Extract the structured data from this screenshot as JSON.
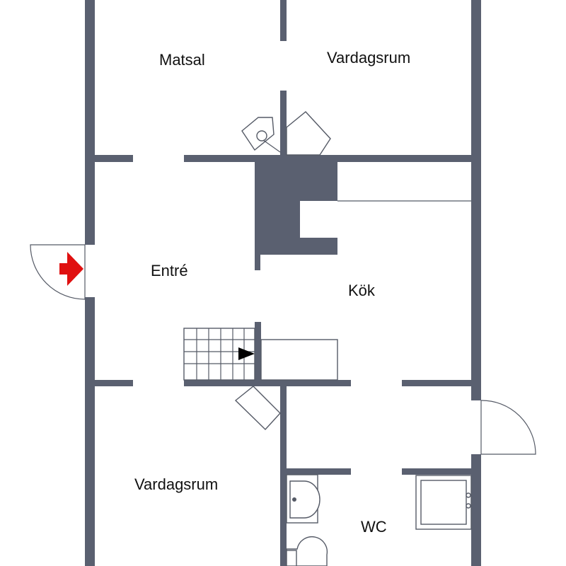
{
  "colors": {
    "wall": "#5a6070",
    "entrance_marker": "#e01010",
    "stair_arrow": "#000000"
  },
  "rooms": {
    "matsal": "Matsal",
    "vardagsrum_top": "Vardagsrum",
    "entre": "Entré",
    "kok": "Kök",
    "vardagsrum_bottom": "Vardagsrum",
    "wc": "WC"
  },
  "icons": {
    "entrance": "entrance-arrow-icon",
    "stair_direction": "stair-arrow-icon"
  }
}
